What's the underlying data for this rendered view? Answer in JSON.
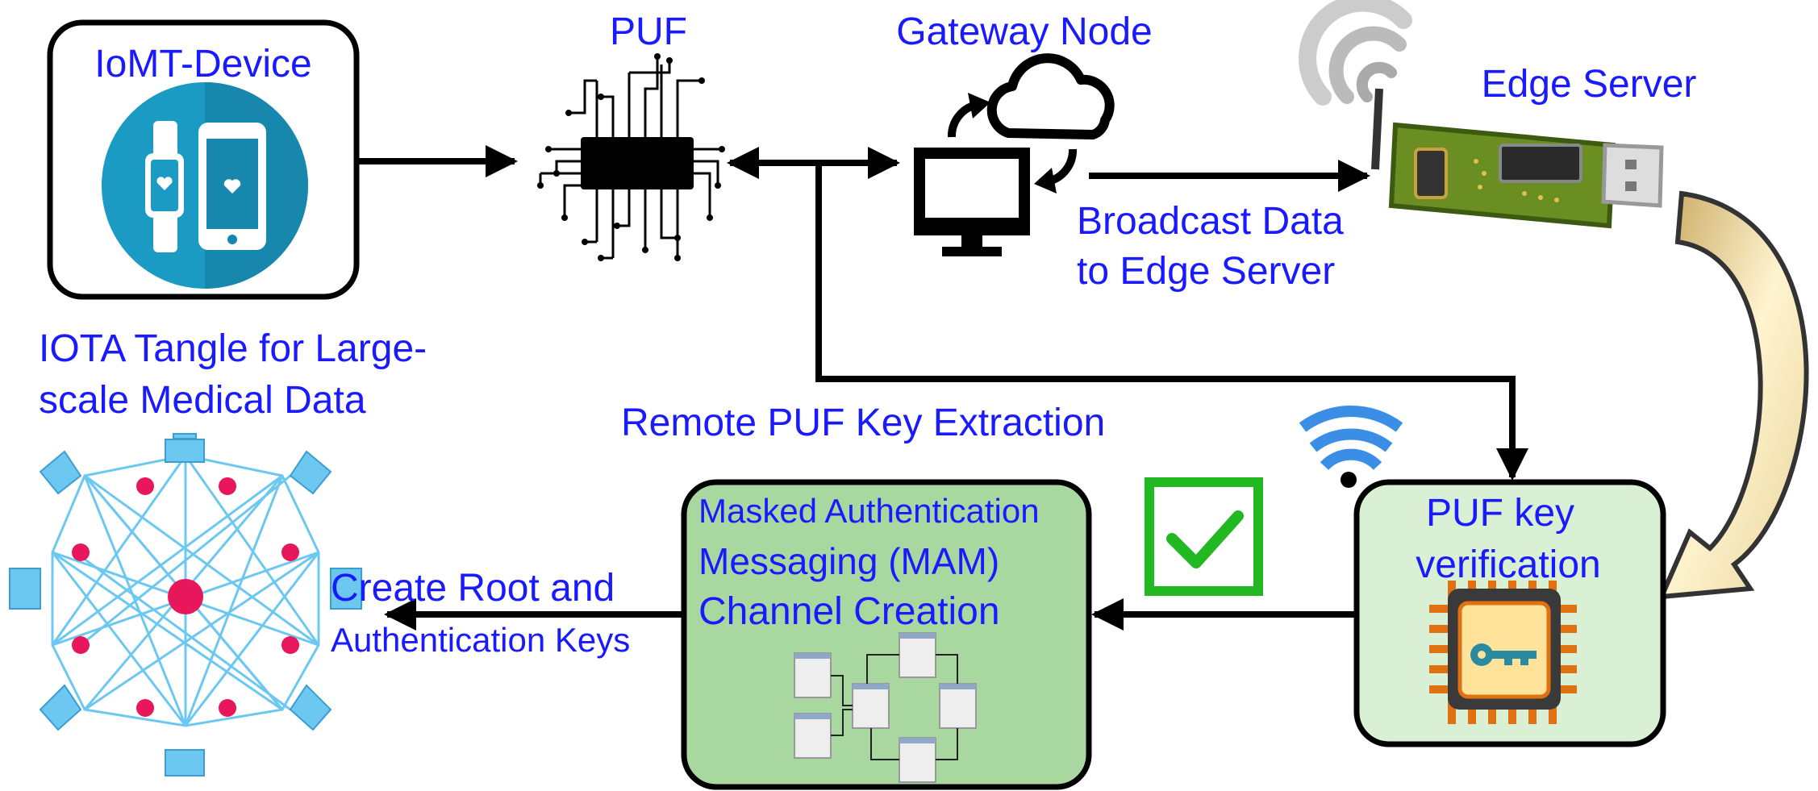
{
  "labels": {
    "iomt_device": "IoMT-Device",
    "puf": "PUF",
    "gateway_node": "Gateway Node",
    "edge_server": "Edge Server",
    "broadcast_line1": "Broadcast Data",
    "broadcast_line2": "to Edge Server",
    "iota_line1": "IOTA Tangle for Large-",
    "iota_line2": "scale Medical Data",
    "remote_puf": "Remote PUF Key Extraction",
    "mam_line1": "Masked Authentication",
    "mam_line2": "Messaging (MAM)",
    "mam_line3": "Channel Creation",
    "puf_verify_line1": "PUF key",
    "puf_verify_line2": "verification",
    "create_root_line1": "Create Root and",
    "create_root_line2": "Authentication Keys"
  },
  "colors": {
    "label_text": "#1a1aff",
    "arrow": "#000000",
    "device_circle": "#1b9bc4",
    "mam_box_fill": "#a8d8a0",
    "verify_box_fill": "#d9f0d4",
    "check_green": "#22b822",
    "wifi_blue": "#3a8ee6",
    "tangle_line": "#6cc8f0",
    "tangle_node": "#e8165a",
    "edge_board": "#6b8e23",
    "curved_arrow": "#f5e6b8"
  }
}
